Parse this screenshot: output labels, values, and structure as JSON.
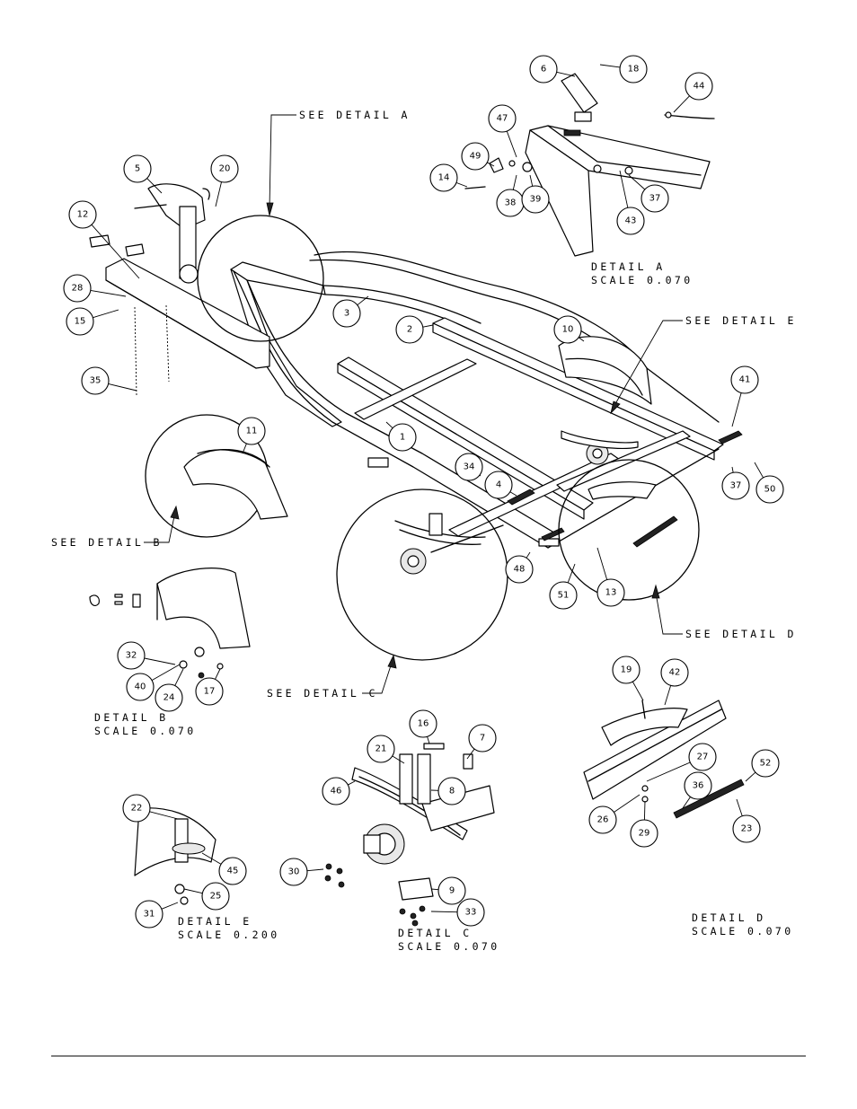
{
  "callouts": {
    "see_detail_a": "SEE DETAIL A",
    "see_detail_b": "SEE DETAIL B",
    "see_detail_c": "SEE DETAIL C",
    "see_detail_d": "SEE DETAIL D",
    "see_detail_e": "SEE DETAIL E"
  },
  "details": {
    "a": {
      "title": "DETAIL A",
      "scale": "SCALE 0.070"
    },
    "b": {
      "title": "DETAIL B",
      "scale": "SCALE 0.070"
    },
    "c": {
      "title": "DETAIL C",
      "scale": "SCALE 0.070"
    },
    "d": {
      "title": "DETAIL D",
      "scale": "SCALE 0.070"
    },
    "e": {
      "title": "DETAIL E",
      "scale": "SCALE 0.200"
    }
  },
  "part_numbers": [
    "1",
    "2",
    "3",
    "4",
    "5",
    "6",
    "7",
    "8",
    "9",
    "10",
    "11",
    "12",
    "13",
    "14",
    "15",
    "16",
    "17",
    "18",
    "19",
    "20",
    "21",
    "22",
    "23",
    "24",
    "25",
    "26",
    "27",
    "28",
    "29",
    "30",
    "31",
    "32",
    "33",
    "34",
    "35",
    "36",
    "37",
    "37",
    "38",
    "39",
    "40",
    "41",
    "42",
    "43",
    "44",
    "45",
    "46",
    "47",
    "48",
    "49",
    "50",
    "51",
    "52"
  ]
}
